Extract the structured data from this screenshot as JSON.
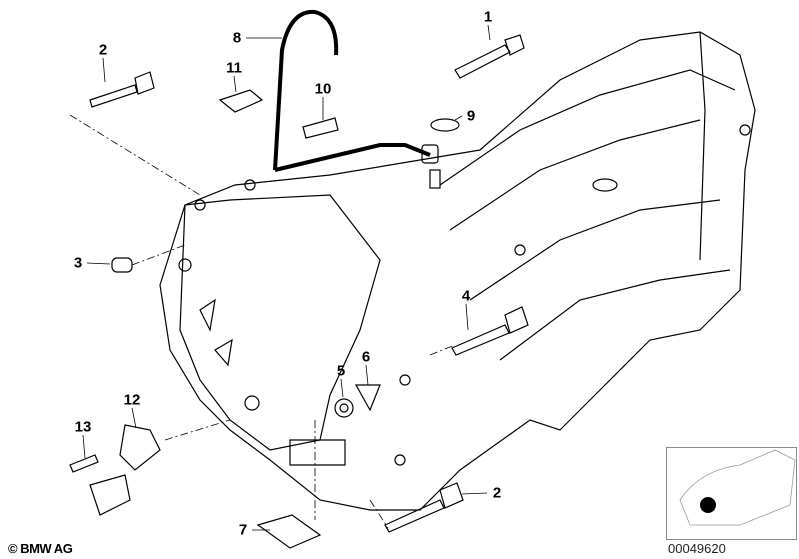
{
  "diagram": {
    "callouts": [
      {
        "id": "1",
        "label": "1"
      },
      {
        "id": "2a",
        "label": "2"
      },
      {
        "id": "2b",
        "label": "2"
      },
      {
        "id": "3",
        "label": "3"
      },
      {
        "id": "4",
        "label": "4"
      },
      {
        "id": "5",
        "label": "5"
      },
      {
        "id": "6",
        "label": "6"
      },
      {
        "id": "7",
        "label": "7"
      },
      {
        "id": "8",
        "label": "8"
      },
      {
        "id": "9",
        "label": "9"
      },
      {
        "id": "10",
        "label": "10"
      },
      {
        "id": "11",
        "label": "11"
      },
      {
        "id": "12",
        "label": "12"
      },
      {
        "id": "13",
        "label": "13"
      }
    ],
    "copyright": "© BMW AG",
    "image_code": "00049620"
  }
}
